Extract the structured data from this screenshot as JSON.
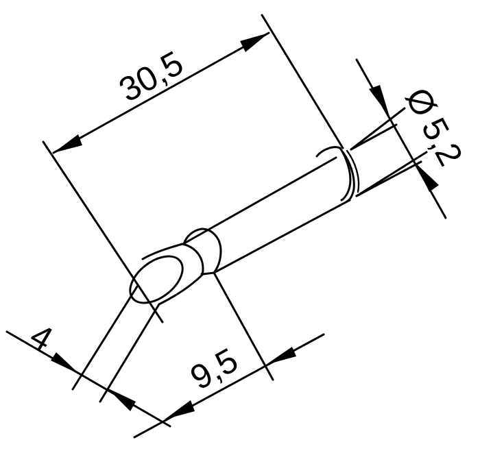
{
  "drawing": {
    "subject": "soldering tip side view",
    "colors": {
      "line": "#000000",
      "background": "#ffffff"
    },
    "dimensions": {
      "overall_length": {
        "label": "30,5",
        "value": 30.5
      },
      "shaft_diameter": {
        "label": "Ø 5,2",
        "symbol": "Ø",
        "value_text": "5,2",
        "value": 5.2
      },
      "tip_width": {
        "label": "4",
        "value": 4
      },
      "tip_length": {
        "label": "9,5",
        "value": 9.5
      }
    }
  }
}
